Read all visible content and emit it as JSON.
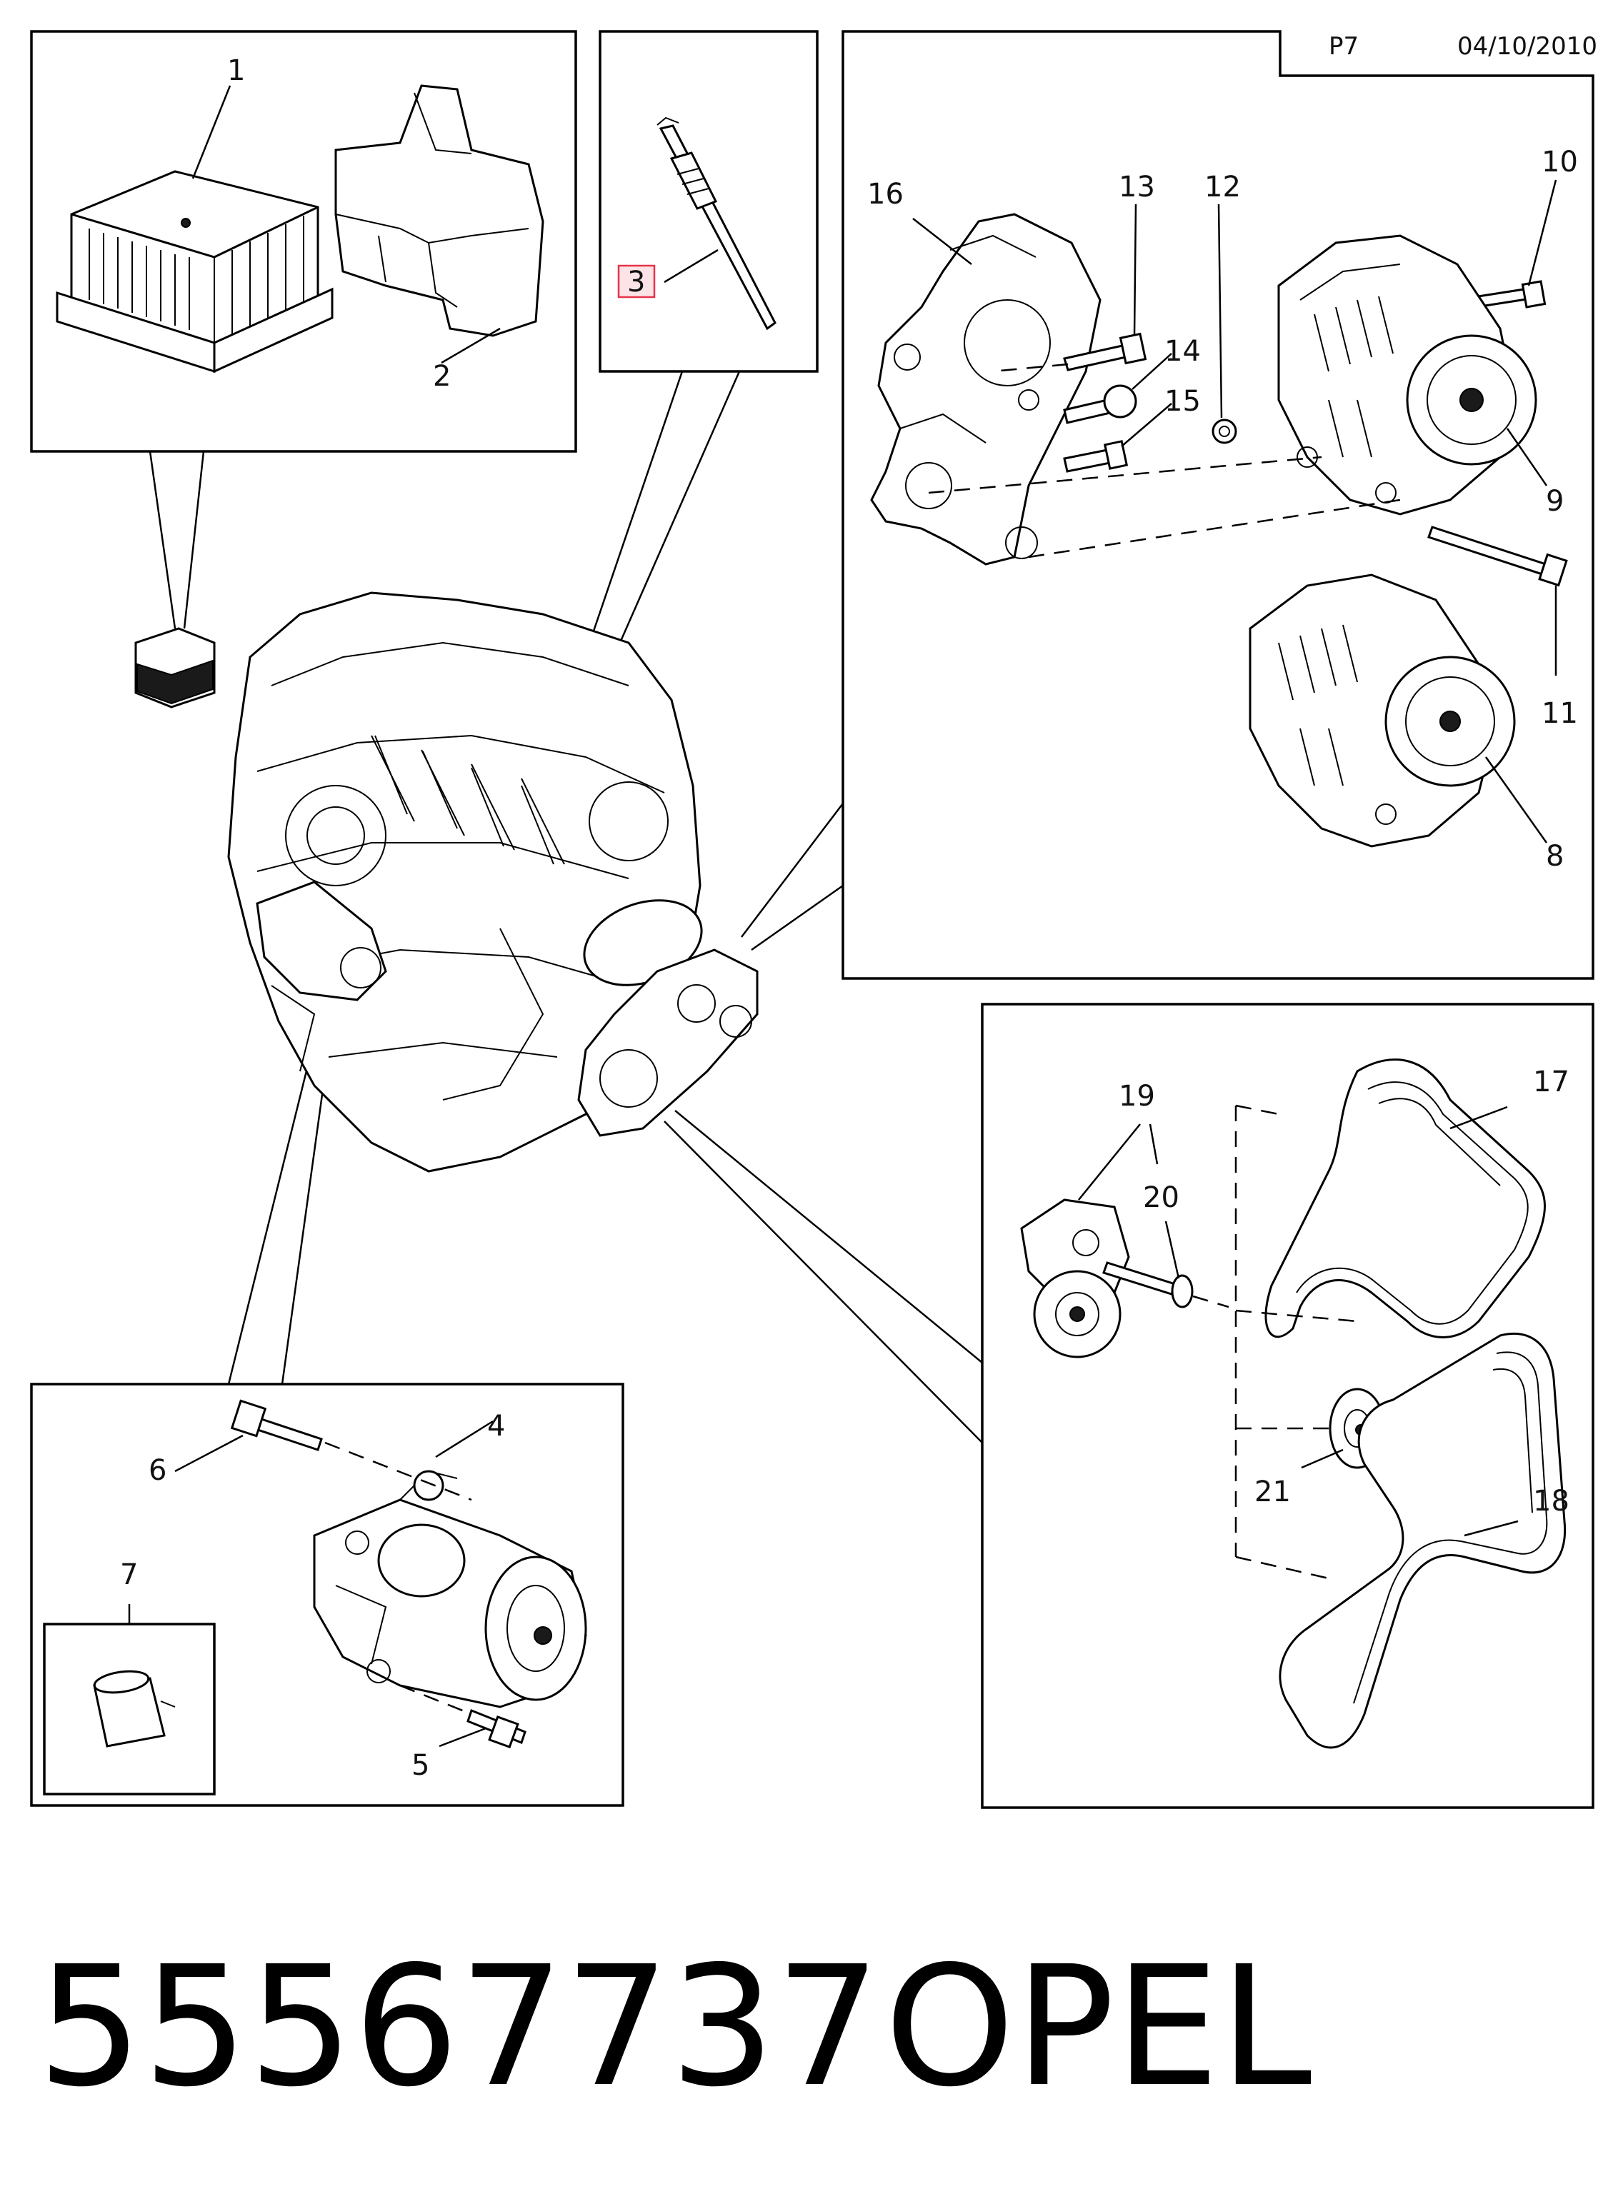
{
  "header": {
    "page": "P7",
    "date": "04/10/2010"
  },
  "callouts": [
    {
      "id": "1",
      "label": "1"
    },
    {
      "id": "2",
      "label": "2"
    },
    {
      "id": "3",
      "label": "3",
      "highlight": "#e7334a"
    },
    {
      "id": "4",
      "label": "4"
    },
    {
      "id": "5",
      "label": "5"
    },
    {
      "id": "6",
      "label": "6"
    },
    {
      "id": "7",
      "label": "7"
    },
    {
      "id": "8",
      "label": "8"
    },
    {
      "id": "9",
      "label": "9"
    },
    {
      "id": "10",
      "label": "10"
    },
    {
      "id": "11",
      "label": "11"
    },
    {
      "id": "12",
      "label": "12"
    },
    {
      "id": "13",
      "label": "13"
    },
    {
      "id": "14",
      "label": "14"
    },
    {
      "id": "15",
      "label": "15"
    },
    {
      "id": "16",
      "label": "16"
    },
    {
      "id": "17",
      "label": "17"
    },
    {
      "id": "18",
      "label": "18"
    },
    {
      "id": "19",
      "label": "19"
    },
    {
      "id": "20",
      "label": "20"
    },
    {
      "id": "21",
      "label": "21"
    }
  ],
  "footer": {
    "part_number": "55567737",
    "brand": "OPEL"
  }
}
